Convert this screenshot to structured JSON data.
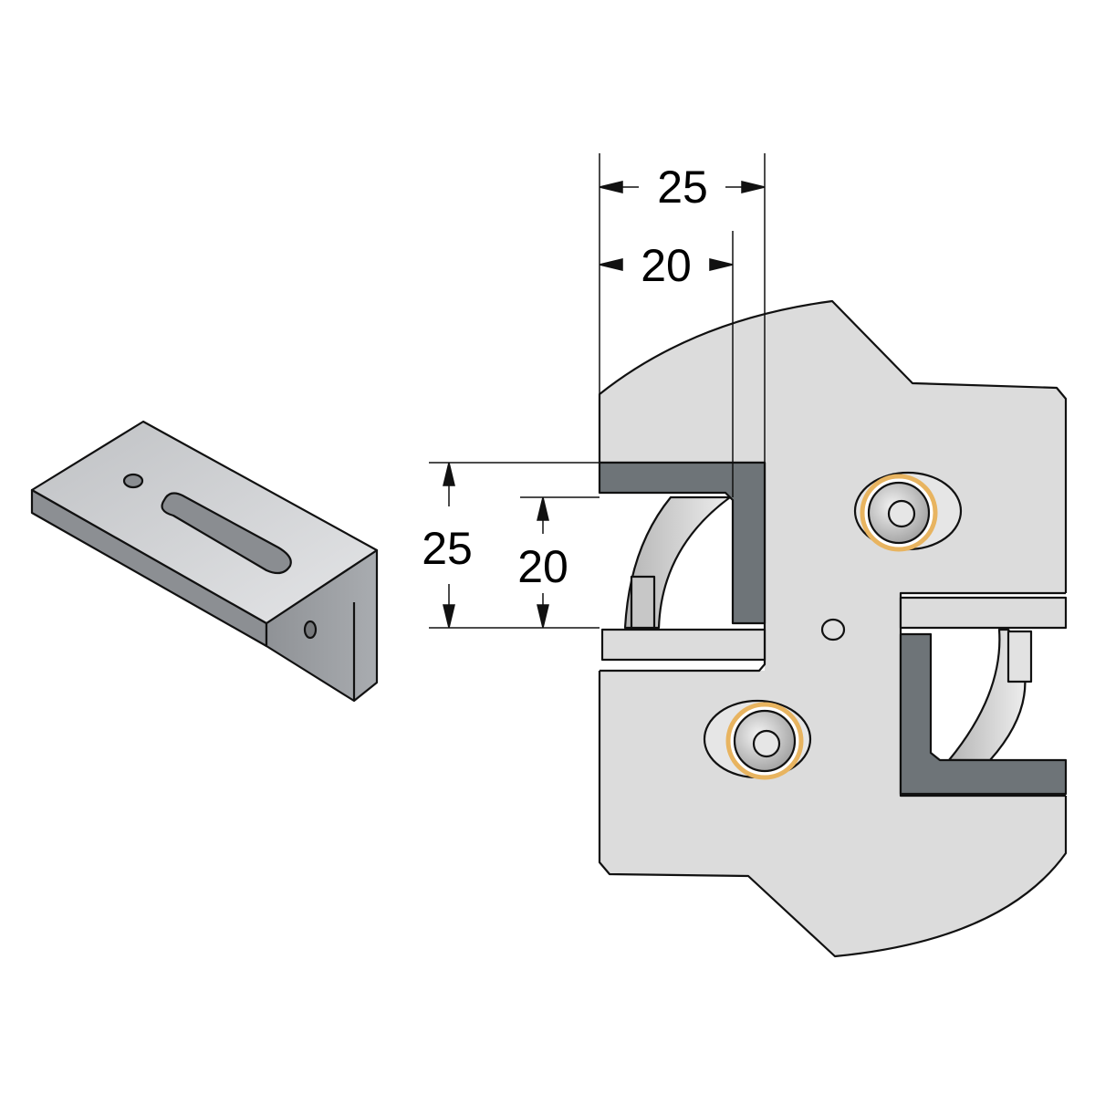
{
  "dimensions": {
    "top_outer": "25",
    "top_inner": "20",
    "left_outer": "25",
    "left_inner": "20"
  },
  "colors": {
    "body": "#dcdcdc",
    "insert_dark": "#6e7478",
    "bushing_ring": "#e8b460",
    "line": "#111111"
  }
}
